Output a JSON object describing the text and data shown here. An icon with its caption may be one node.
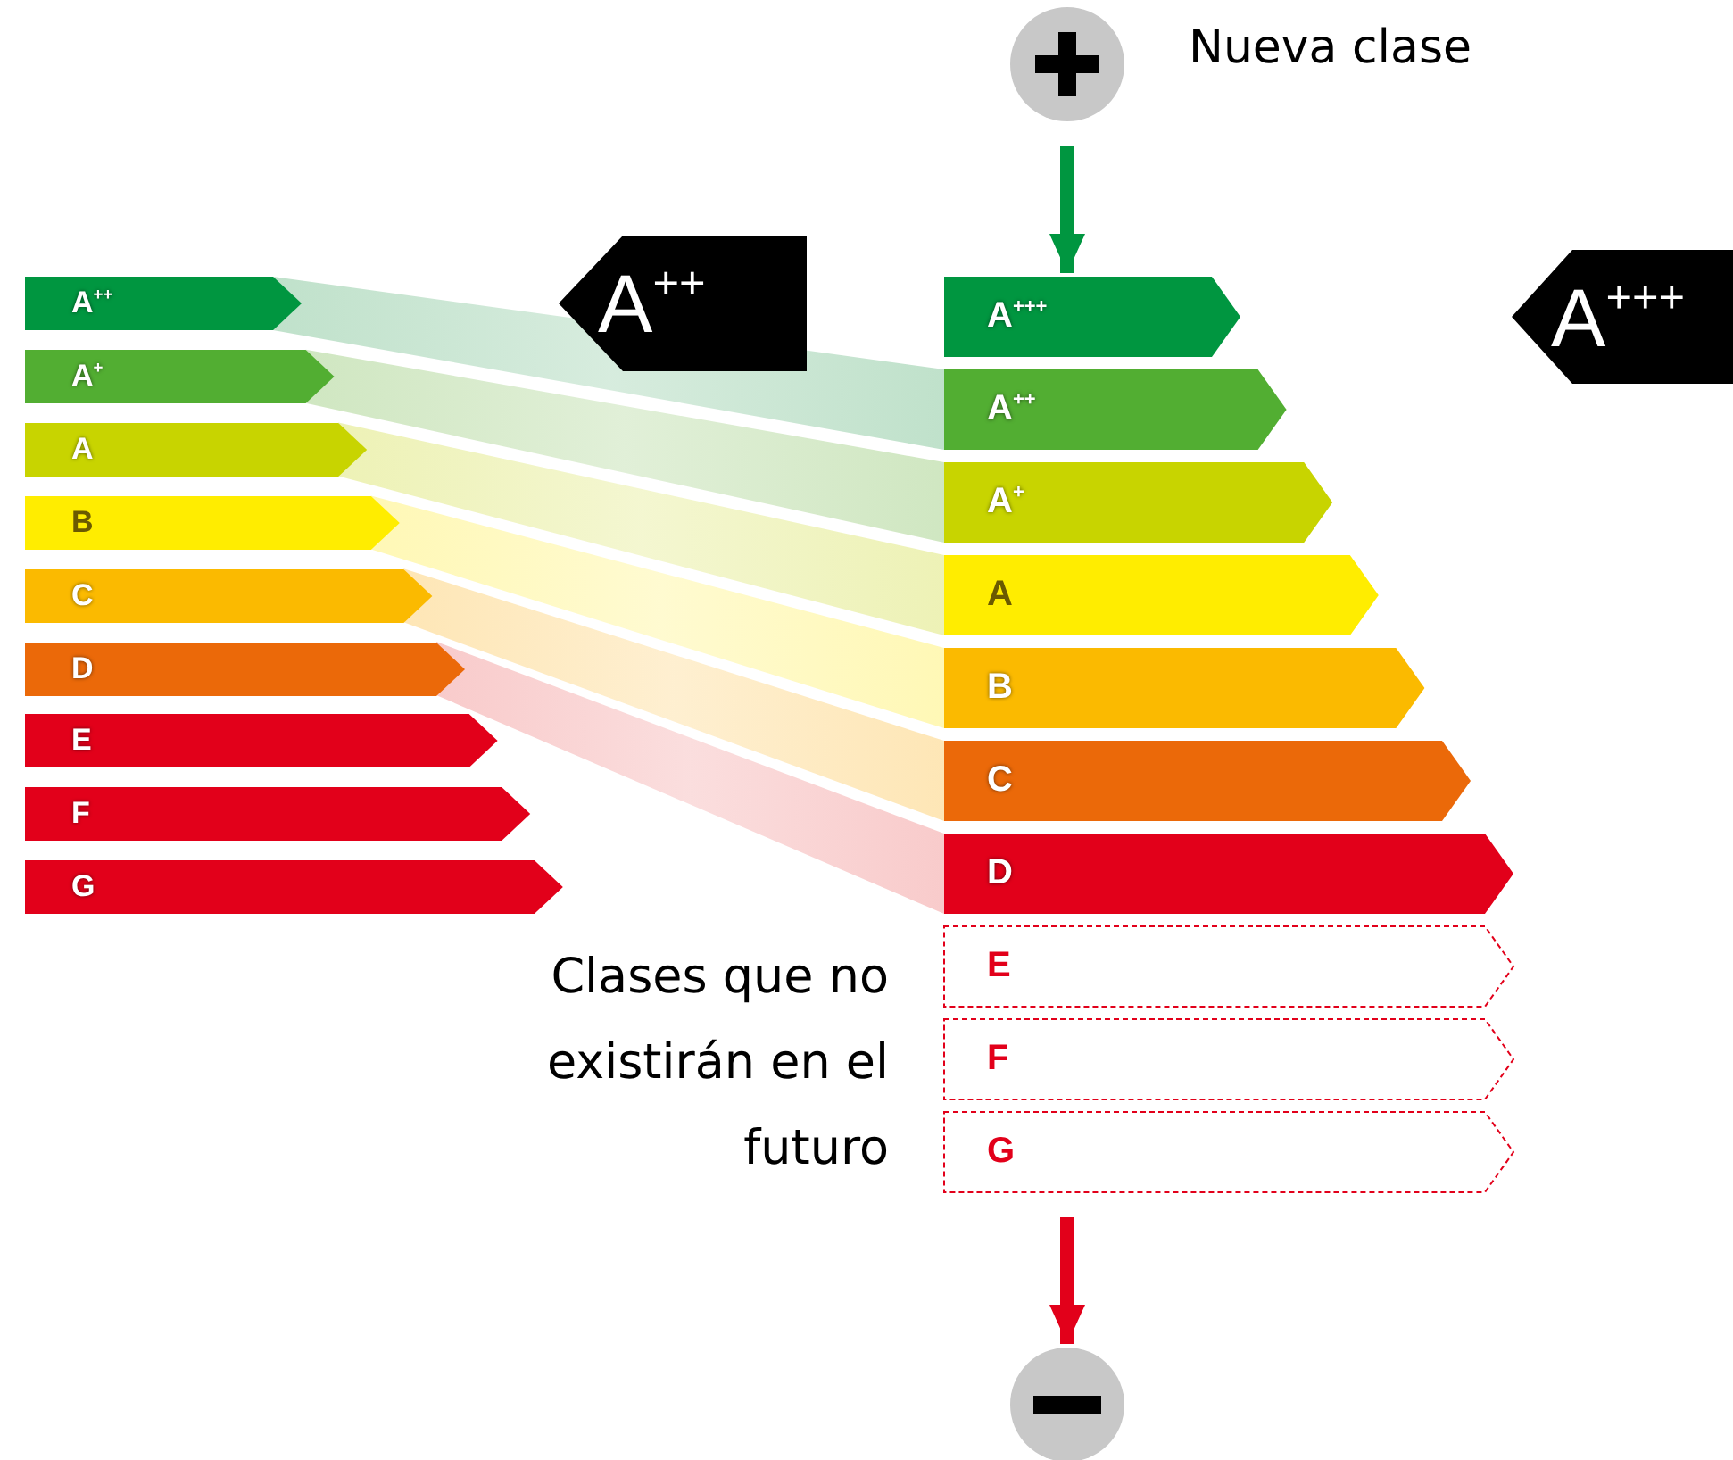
{
  "diagram": {
    "nodes": [
      {
        "text": [],
        "shape": "circle",
        "beside": [
          "Nueva clase"
        ]
      },
      {
        "text": [
          "A$^{++}$"
        ]
      },
      {
        "text": [
          "A$^{+}$"
        ]
      },
      {
        "text": [
          "A"
        ]
      },
      {
        "text": [
          "B"
        ]
      },
      {
        "text": [
          "C"
        ]
      },
      {
        "text": [
          "D"
        ]
      },
      {
        "text": [
          "E"
        ]
      },
      {
        "text": [
          "F"
        ]
      },
      {
        "text": [
          "G"
        ]
      },
      {
        "text": [
          "A$^{++}$"
        ]
      },
      {
        "text": [
          "A$^{+++}$"
        ]
      },
      {
        "text": [
          "A$^{+++}$"
        ]
      },
      {
        "text": [
          "A$^{++}$"
        ]
      },
      {
        "text": [
          "A$^{+}$"
        ]
      },
      {
        "text": [
          "A"
        ]
      },
      {
        "text": [
          "B"
        ]
      },
      {
        "text": [
          "C"
        ]
      },
      {
        "text": [
          "D"
        ]
      },
      {
        "text": [
          "E"
        ]
      },
      {
        "text": [
          "F"
        ]
      },
      {
        "text": [
          "G"
        ]
      },
      {
        "text": [],
        "shape": "circle"
      }
    ],
    "edges": [
      {
        "from": 0,
        "to": 12,
        "arrow": "to",
        "color": "#009640"
      },
      {
        "from": 1,
        "to": 13,
        "arrow": "none",
        "style": "thick",
        "color": "#8cc9a0"
      },
      {
        "from": 2,
        "to": 14,
        "arrow": "none",
        "style": "thick",
        "color": "#a9d38f"
      },
      {
        "from": 3,
        "to": 15,
        "arrow": "none",
        "style": "thick",
        "color": "#dfe77a"
      },
      {
        "from": 4,
        "to": 16,
        "arrow": "none",
        "style": "thick",
        "color": "#fff27a"
      },
      {
        "from": 5,
        "to": 17,
        "arrow": "none",
        "style": "thick",
        "color": "#fdd27a"
      },
      {
        "from": 6,
        "to": 18,
        "arrow": "none",
        "style": "thick",
        "color": "#f3a0a0"
      },
      {
        "from": 21,
        "to": 22,
        "arrow": "to",
        "color": "#e2001a"
      }
    ],
    "labels": [
      "Clases que no existirán en el futuro"
    ]
  }
}
